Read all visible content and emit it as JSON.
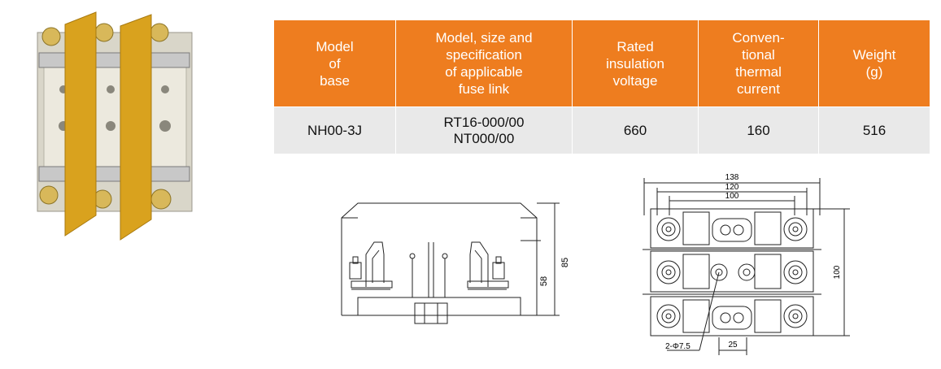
{
  "table": {
    "headers": [
      "Model\nof\nbase",
      "Model, size and\nspecification\nof applicable\nfuse link",
      "Rated\ninsulation\nvoltage",
      "Conven-\ntional\nthermal\ncurrent",
      "Weight\n(g)"
    ],
    "row": {
      "model": "NH00-3J",
      "fuse_link": "RT16-000/00\nNT000/00",
      "voltage": "660",
      "current": "160",
      "weight": "516"
    }
  },
  "side_view": {
    "dim_height": "85",
    "dim_inner": "58"
  },
  "top_view": {
    "dim_width_outer": "138",
    "dim_width_mid": "120",
    "dim_width_inner": "100",
    "dim_height": "100",
    "dim_spacing": "25",
    "hole_label": "2-Φ7.5"
  },
  "colors": {
    "header_orange": "#ee7d1f",
    "row_gray": "#e9e9e9",
    "insulator_yellow": "#d9a21e"
  }
}
